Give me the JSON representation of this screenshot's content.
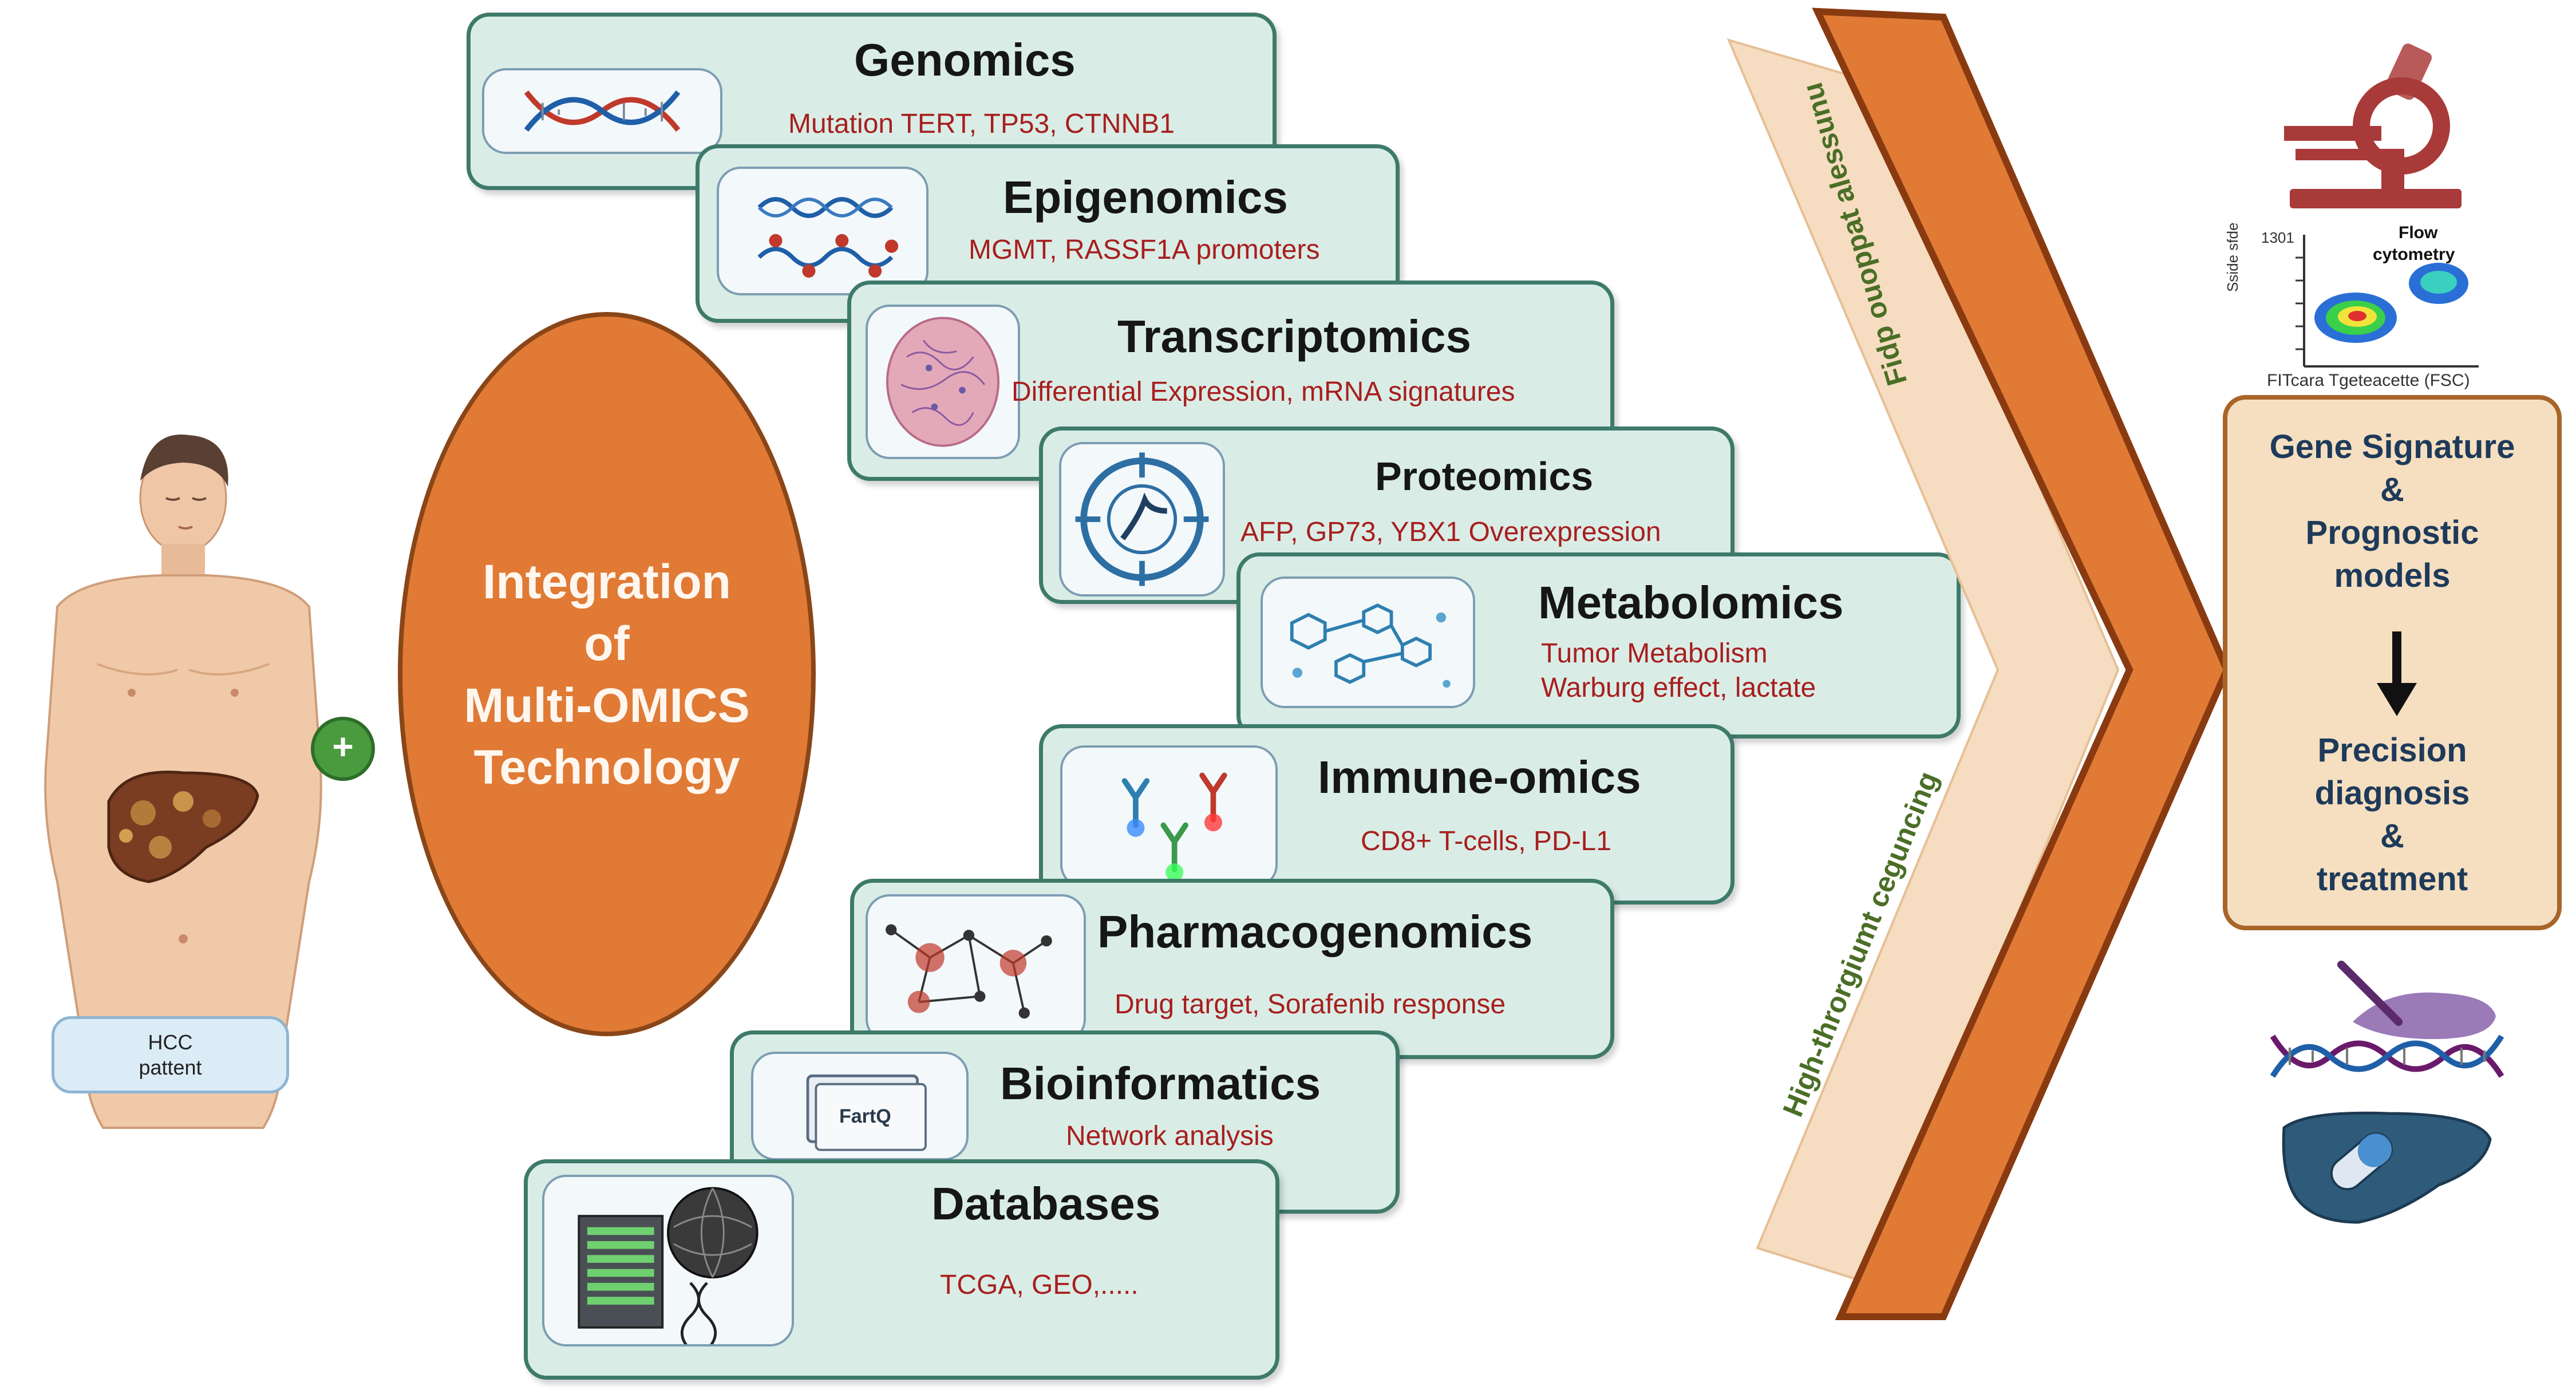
{
  "patient": {
    "label_line1": "HCC",
    "label_line2": "pattent",
    "plus_symbol": "+"
  },
  "integration": {
    "line1": "Integration",
    "line2": "of",
    "line3": "Multi-OMICS",
    "line4": "Technology"
  },
  "omics": {
    "genomics": {
      "title": "Genomics",
      "detail": "Mutation TERT, TP53, CTNNB1"
    },
    "epigenomics": {
      "title": "Epigenomics",
      "detail": "MGMT, RASSF1A promoters"
    },
    "transcriptomics": {
      "title": "Transcriptomics",
      "detail": "Differential Expression, mRNA signatures"
    },
    "proteomics": {
      "title": "Proteomics",
      "detail": "AFP, GP73, YBX1 Overexpression"
    },
    "metabolomics": {
      "title": "Metabolomics",
      "detail1": "Tumor Metabolism",
      "detail2": "Warburg effect, lactate"
    },
    "immuneomics": {
      "title": "Immune-omics",
      "detail": "CD8+ T-cells, PD-L1"
    },
    "pharmacogenomics": {
      "title": "Pharmacogenomics",
      "detail": "Drug target,  Sorafenib response"
    },
    "bioinformatics": {
      "title": "Bioinformatics",
      "detail": "Network analysis",
      "icon_text": "FartQ"
    },
    "databases": {
      "title": "Databases",
      "detail": "TCGA, GEO,....."
    }
  },
  "banners": {
    "upper": "Fidp ouoppat alessunu",
    "lower": "High-throrgiumt ceguncing"
  },
  "flow_plot": {
    "title_line1": "Flow",
    "title_line2": "cytometry",
    "y_tick_top": "1301",
    "y_axis_label": "Sside sfde",
    "x_axis_label": "FITcara Tgeteacette (FSC)"
  },
  "outcome": {
    "line1": "Gene Signature",
    "line2": "&",
    "line3": "Prognostic",
    "line4": "models",
    "line5": "Precision",
    "line6": "diagnosis",
    "line7": "&",
    "line8": "treatment"
  },
  "colors": {
    "card_fill": "#d9ede6",
    "card_border": "#3e7a6a",
    "oval_fill": "#e07a35",
    "chevron_dark": "#e07a35",
    "chevron_light": "#f6dcc0",
    "detail_text": "#a81e1e",
    "outcome_text": "#1e3a5a"
  }
}
